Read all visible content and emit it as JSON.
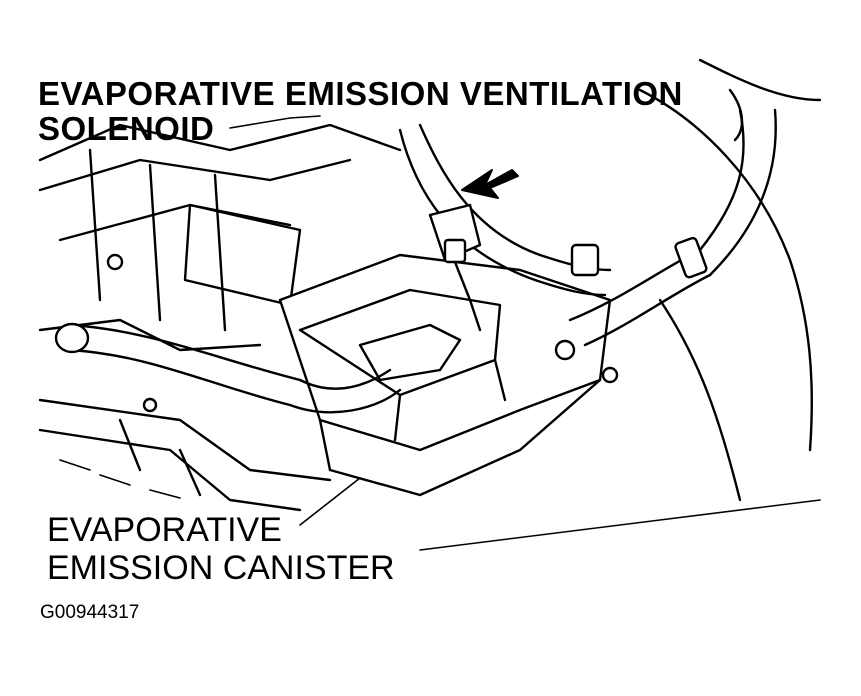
{
  "labels": {
    "solenoid_line1": "EVAPORATIVE EMISSION VENTILATION",
    "solenoid_line2": "SOLENOID",
    "canister_line1": "EVAPORATIVE",
    "canister_line2": "EMISSION CANISTER"
  },
  "figure_id": "G00944317",
  "colors": {
    "line": "#000000",
    "background": "#ffffff"
  }
}
